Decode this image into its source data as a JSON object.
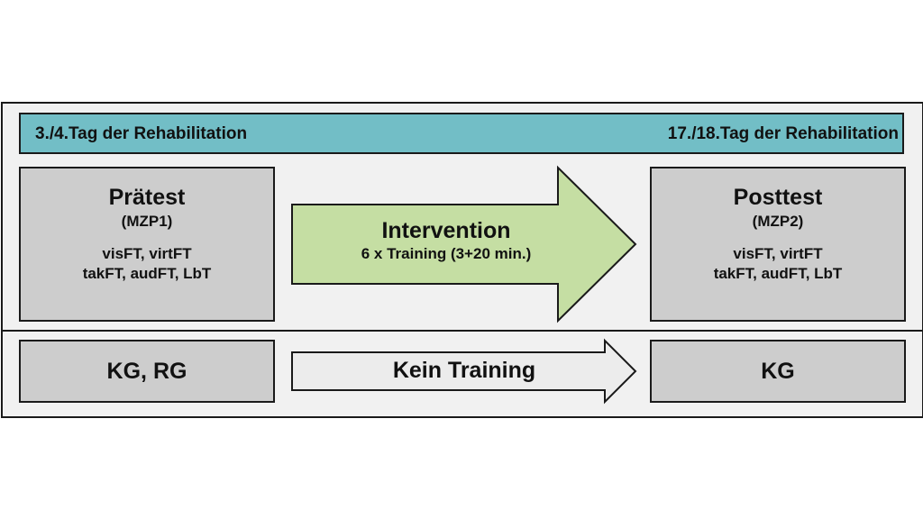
{
  "timeline": {
    "start_label": "3./4.Tag der Rehabilitation",
    "end_label": "17./18.Tag der Rehabilitation"
  },
  "intervention_group": {
    "pretest": {
      "title": "Prätest",
      "subtitle": "(MZP1)",
      "detail_line1": "visFT, virtFT",
      "detail_line2": "takFT, audFT, LbT"
    },
    "arrow": {
      "title": "Intervention",
      "subtitle": "6 x Training (3+20 min.)",
      "fill_color": "#c5dea3"
    },
    "posttest": {
      "title": "Posttest",
      "subtitle": "(MZP2)",
      "detail_line1": "visFT, virtFT",
      "detail_line2": "takFT, audFT, LbT"
    }
  },
  "control_group": {
    "left_label": "KG, RG",
    "arrow_label": "Kein Training",
    "arrow_fill_color": "#ececec",
    "right_label": "KG"
  },
  "colors": {
    "timeline_bar": "#72bec6",
    "box_fill": "#cdcdcd",
    "panel_background": "#f1f1f1"
  }
}
